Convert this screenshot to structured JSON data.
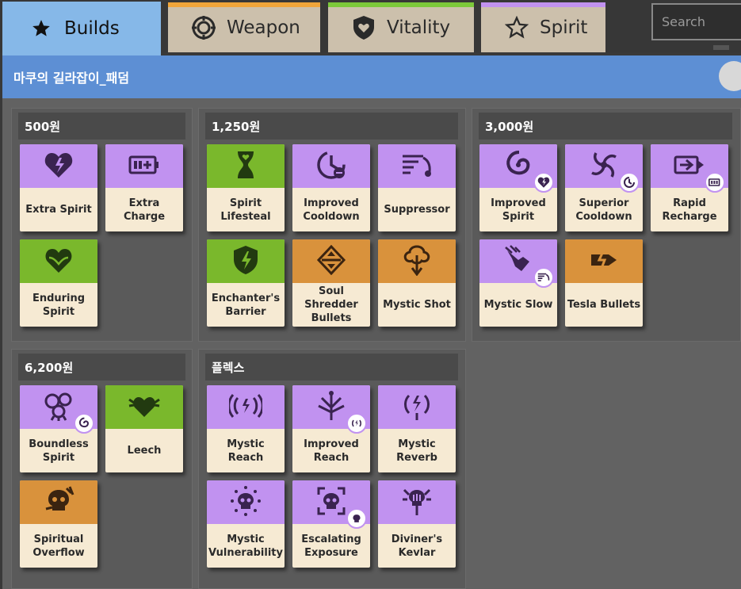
{
  "tabs": [
    {
      "label": "Builds",
      "icon": "star-filled-icon"
    },
    {
      "label": "Weapon",
      "icon": "target-ring-icon",
      "accent": "#f0a53a"
    },
    {
      "label": "Vitality",
      "icon": "shield-heart-icon",
      "accent": "#7cc83a"
    },
    {
      "label": "Spirit",
      "icon": "star-outline-icon",
      "accent": "#c192f0"
    }
  ],
  "search": {
    "placeholder": "Search"
  },
  "build_title": "마쿠의 길라잡이_패덤",
  "colors": {
    "spirit": "#c192f0",
    "vitality": "#7ab82c",
    "weapon": "#d9923c",
    "header": "#5d8fd4",
    "active_tab": "#86b8e8"
  },
  "groups": [
    {
      "title": "500원",
      "items": [
        {
          "label": "Extra Spirit",
          "category": "spirit",
          "icon": "broken-heart-icon"
        },
        {
          "label": "Extra Charge",
          "category": "spirit",
          "icon": "battery-plus-icon"
        },
        {
          "label": "Enduring Spirit",
          "category": "vitality",
          "icon": "heart-wings-icon"
        }
      ]
    },
    {
      "title": "1,250원",
      "items": [
        {
          "label": "Spirit Lifesteal",
          "category": "vitality",
          "icon": "hourglass-heart-icon"
        },
        {
          "label": "Improved Cooldown",
          "category": "spirit",
          "icon": "cooldown-spiral-icon"
        },
        {
          "label": "Suppressor",
          "category": "spirit",
          "icon": "suppressor-lines-icon"
        },
        {
          "label": "Enchanter's Barrier",
          "category": "vitality",
          "icon": "shield-bolt-icon"
        },
        {
          "label": "Soul Shredder Bullets",
          "category": "weapon",
          "icon": "diamond-arrows-icon"
        },
        {
          "label": "Mystic Shot",
          "category": "weapon",
          "icon": "mystic-tree-icon"
        }
      ]
    },
    {
      "title": "3,000원",
      "items": [
        {
          "label": "Improved Spirit",
          "category": "spirit",
          "icon": "swirl-icon",
          "badge": "broken-heart-badge-icon"
        },
        {
          "label": "Superior Cooldown",
          "category": "spirit",
          "icon": "vortex-icon",
          "badge": "cooldown-badge-icon"
        },
        {
          "label": "Rapid Recharge",
          "category": "spirit",
          "icon": "battery-arrow-icon",
          "badge": "battery-badge-icon"
        },
        {
          "label": "Mystic Slow",
          "category": "spirit",
          "icon": "hand-slow-icon",
          "badge": "suppressor-badge-icon"
        },
        {
          "label": "Tesla Bullets",
          "category": "weapon",
          "icon": "lightning-bullet-icon"
        }
      ]
    },
    {
      "title": "6,200원",
      "items": [
        {
          "label": "Boundless Spirit",
          "category": "spirit",
          "icon": "spirit-burst-icon",
          "badge": "swirl-badge-icon"
        },
        {
          "label": "Leech",
          "category": "vitality",
          "icon": "leech-heart-icon"
        },
        {
          "label": "Spiritual Overflow",
          "category": "weapon",
          "icon": "flaming-skull-icon"
        }
      ]
    },
    {
      "title": "플렉스",
      "items": [
        {
          "label": "Mystic Reach",
          "category": "spirit",
          "icon": "reach-waves-icon"
        },
        {
          "label": "Improved Reach",
          "category": "spirit",
          "icon": "antenna-icon",
          "badge": "reach-badge-icon"
        },
        {
          "label": "Mystic Reverb",
          "category": "spirit",
          "icon": "reverb-icon"
        },
        {
          "label": "Mystic Vulnerability",
          "category": "spirit",
          "icon": "skull-dots-icon"
        },
        {
          "label": "Escalating Exposure",
          "category": "spirit",
          "icon": "skull-frame-icon",
          "badge": "skull-badge-icon"
        },
        {
          "label": "Diviner's Kevlar",
          "category": "spirit",
          "icon": "kevlar-shield-icon"
        }
      ]
    }
  ]
}
